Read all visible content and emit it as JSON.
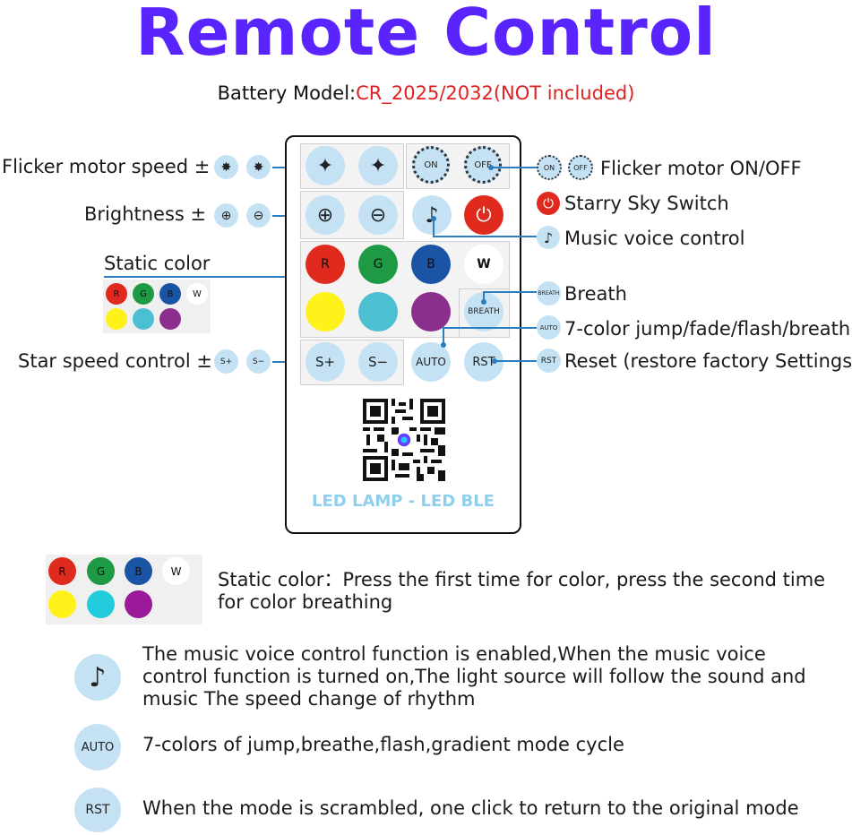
{
  "title": "Remote Control",
  "battery": {
    "label": "Battery Model:",
    "value": "CR_2025/2032(NOT included)"
  },
  "left_labels": {
    "flicker_speed": "Flicker motor speed ±",
    "brightness": "Brightness ±",
    "static_color": "Static color",
    "star_speed": "Star speed control ±"
  },
  "right_labels": {
    "flicker_onoff": "Flicker motor ON/OFF",
    "starry_switch": "Starry Sky Switch",
    "music_voice": "Music voice control",
    "breath": "Breath",
    "seven_color": "7-color jump/fade/flash/breath",
    "reset": "Reset (restore factory Settings)"
  },
  "buttons": {
    "on": "ON",
    "off": "OFF",
    "music_note": "♪",
    "r": "R",
    "g": "G",
    "b": "B",
    "w": "W",
    "breath": "BREATH",
    "s_plus": "S+",
    "s_minus": "S−",
    "auto": "AUTO",
    "rst": "RST"
  },
  "remote_footer": "LED LAMP - LED BLE",
  "descriptions": {
    "static_color": "Static color：Press the first time for color, press the second time for color breathing",
    "music": "The music voice control function is enabled,When the music voice control function is turned on,The light source will follow the sound and music The speed change of rhythm",
    "auto": "7-colors of jump,breathe,flash,gradient mode cycle",
    "rst": "When the mode is scrambled, one click to return to the original mode"
  },
  "colors": {
    "title": "#5a24ff",
    "battery_value": "#e02020",
    "button_blue": "#c4e2f4",
    "red": "#e02a1e",
    "green": "#1e9a45",
    "blue": "#1a55a5",
    "yellow": "#fff21a",
    "cyan": "#4dbfd2",
    "purple": "#8c2f8c",
    "connector": "#2a7dc0"
  }
}
